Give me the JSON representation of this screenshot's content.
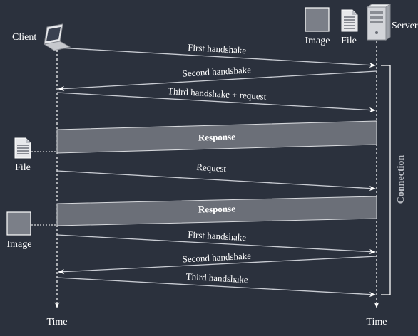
{
  "actors": {
    "client": "Client",
    "server": "Server"
  },
  "resources": {
    "image": "Image",
    "file": "File"
  },
  "time_axis": {
    "client": "Time",
    "server": "Time"
  },
  "messages": {
    "first_handshake_1": "First handshake",
    "second_handshake_1": "Second handshake",
    "third_handshake_request": "Third handshake + request",
    "response_1": "Response",
    "request": "Request",
    "response_2": "Response",
    "first_handshake_2": "First handshake",
    "second_handshake_2": "Second handshake",
    "third_handshake_2": "Third handshake"
  },
  "bracket": {
    "label": "Connection"
  },
  "side_items": {
    "file": "File",
    "image": "Image"
  },
  "colors": {
    "background": "#2b313d",
    "line": "#c9ccd3",
    "band_fill": "#6b6f78",
    "bracket_label": "#b9bcc3"
  },
  "icons": {
    "client": "laptop-icon",
    "server": "server-tower-icon",
    "image": "image-icon",
    "file": "document-icon"
  }
}
